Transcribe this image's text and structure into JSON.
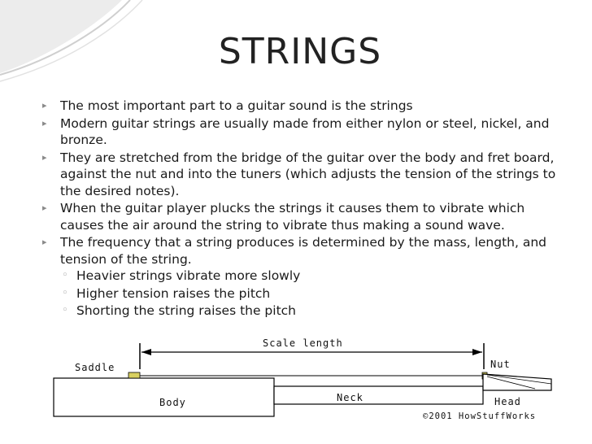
{
  "slide": {
    "title": "STRINGS",
    "bullets": [
      {
        "text": "The most important part to a guitar sound is the strings"
      },
      {
        "text": "Modern guitar strings are usually made from either nylon or steel, nickel, and bronze."
      },
      {
        "text": "They are stretched from the bridge of the guitar over the body and fret board, against the nut and into the tuners (which adjusts the tension of the strings to the desired notes)."
      },
      {
        "text": "When the guitar player plucks the strings it causes them to vibrate which causes the air around the string to vibrate thus making a sound wave."
      },
      {
        "text": "The frequency  that a string produces is determined by the mass, length, and tension of the string."
      }
    ],
    "subbullets": [
      "Heavier strings vibrate more slowly",
      "Higher tension raises the pitch",
      "Shorting the string raises the pitch"
    ]
  },
  "diagram": {
    "scale_length_label": "Scale length",
    "saddle_label": "Saddle",
    "nut_label": "Nut",
    "body_label": "Body",
    "neck_label": "Neck",
    "head_label": "Head",
    "credit": "©2001 HowStuffWorks"
  },
  "colors": {
    "accent_curve": "#d9d9d9",
    "bullet_marker": "#8a8a8a",
    "saddle_fill": "#d8d060"
  }
}
